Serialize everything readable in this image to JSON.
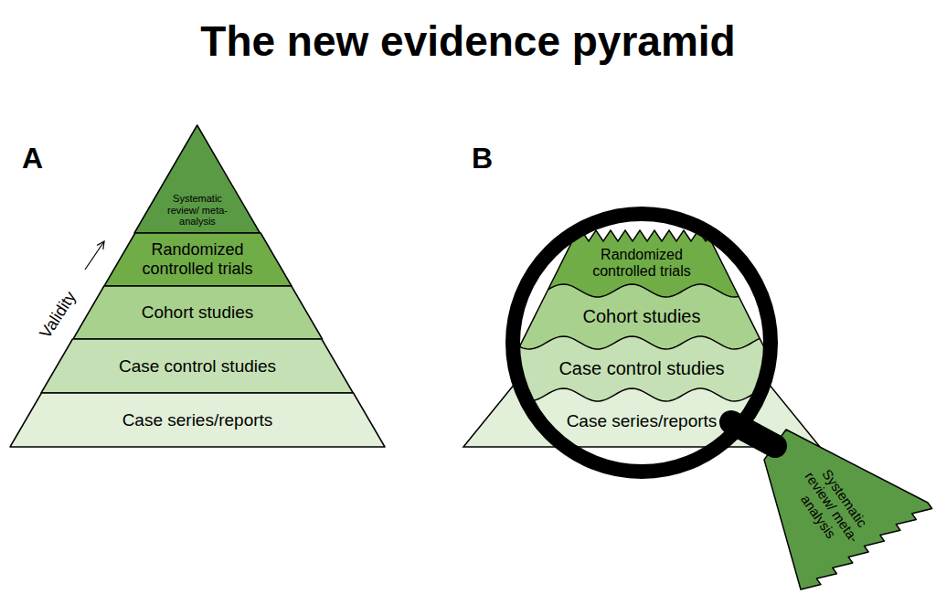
{
  "diagram": {
    "title": "The new evidence pyramid",
    "nodes": [
      {
        "text": [
          "Systematic review/ meta-analysis"
        ]
      },
      {
        "text": [
          "Randomized controlled trials"
        ]
      },
      {
        "text": [
          "Cohort studies"
        ]
      },
      {
        "text": [
          "Case control studies"
        ]
      },
      {
        "text": [
          "Case series/reports"
        ]
      },
      {
        "text": [
          "Randomized controlled trials"
        ]
      },
      {
        "text": [
          "Cohort studies"
        ]
      },
      {
        "text": [
          "Case control studies"
        ]
      },
      {
        "text": [
          "Case series/reports"
        ]
      },
      {
        "text": [
          "Systematic review/ meta-analysis"
        ]
      }
    ],
    "labels": [
      "A",
      "B",
      "Validity"
    ]
  }
}
